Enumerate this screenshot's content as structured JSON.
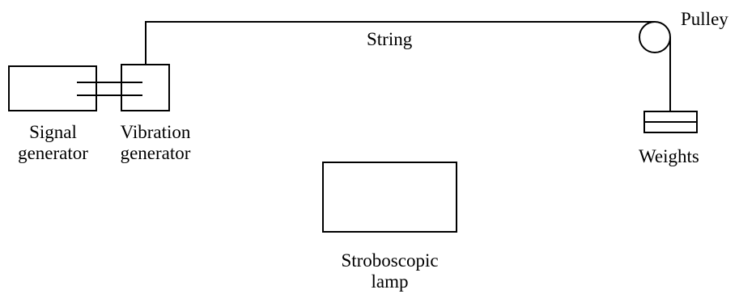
{
  "labels": {
    "pulley": "Pulley",
    "string": "String",
    "signal_generator": [
      "Signal",
      "generator"
    ],
    "vibration_generator": [
      "Vibration",
      "generator"
    ],
    "weights": "Weights",
    "stroboscopic_lamp": [
      "Stroboscopic",
      "lamp"
    ]
  }
}
